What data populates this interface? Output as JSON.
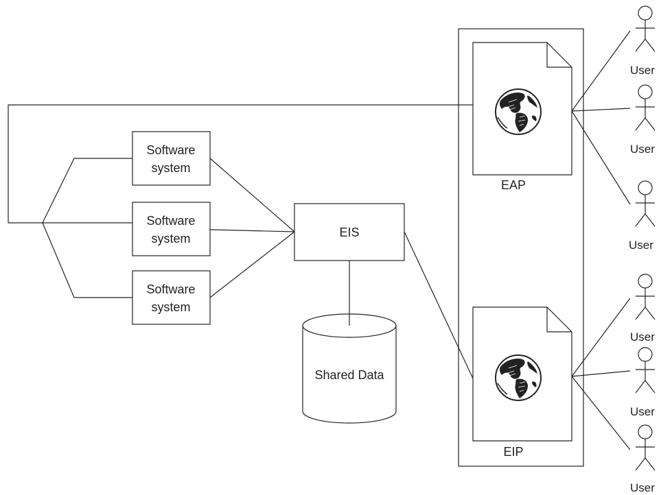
{
  "software_systems": [
    {
      "line1": "Software",
      "line2": "system"
    },
    {
      "line1": "Software",
      "line2": "system"
    },
    {
      "line1": "Software",
      "line2": "system"
    }
  ],
  "eis": {
    "label": "EIS"
  },
  "shared_data": {
    "label": "Shared Data"
  },
  "portals": [
    {
      "label": "EAP",
      "icon": "globe-icon"
    },
    {
      "label": "EIP",
      "icon": "globe-icon"
    }
  ],
  "users": [
    {
      "label": "User"
    },
    {
      "label": "User"
    },
    {
      "label": "User"
    },
    {
      "label": "User"
    },
    {
      "label": "User"
    },
    {
      "label": "User"
    }
  ]
}
